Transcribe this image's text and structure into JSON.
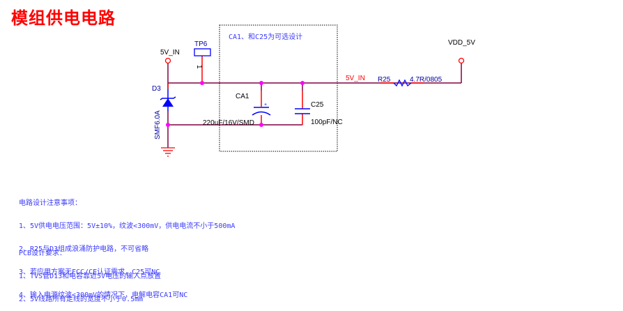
{
  "title": "模组供电电路",
  "colors": {
    "title": "#ff0000",
    "wire": "#800040",
    "pin": "#ff0000",
    "component": "#0000ff",
    "junction": "#ff00ff",
    "label": "#0000a0",
    "net_label": "#ff0000",
    "note_text": "#3a3aff",
    "box": "#000000"
  },
  "schematic": {
    "optional_box_label": "CA1、和C25为可选设计",
    "power_ports": {
      "input": "5V_IN",
      "output": "VDD_5V"
    },
    "net_label": "5V_IN",
    "components": {
      "testpoint": {
        "ref": "TP6",
        "pin": "1"
      },
      "tvs_diode": {
        "ref": "D3",
        "value": "SMF6.0A"
      },
      "electrolytic_cap": {
        "ref": "CA1",
        "value": "220uF/16V/SMD",
        "polarity_mark": "+"
      },
      "capacitor": {
        "ref": "C25",
        "value": "100pF/NC"
      },
      "resistor": {
        "ref": "R25",
        "value": "4.7R/0805"
      }
    }
  },
  "notes": {
    "circuit": {
      "heading": "电路设计注意事项：",
      "items": [
        "1、5V供电电压范围：5V±10%，纹波<300mV，供电电流不小于500mA",
        "2、R25与D3组成浪涌防护电路，不可省略",
        "3、若应用方案无FCC/CE认证需求，C25可NC",
        "4、输入电源纹波<300mV的情况下，电解电容CA1可NC"
      ]
    },
    "pcb": {
      "heading": "PCB设计要求：",
      "items": [
        "1、TVS管D13和电容靠近5V电压的输入点放置",
        "2、5V线路所有走线的宽度不小于0.5mm"
      ]
    }
  }
}
